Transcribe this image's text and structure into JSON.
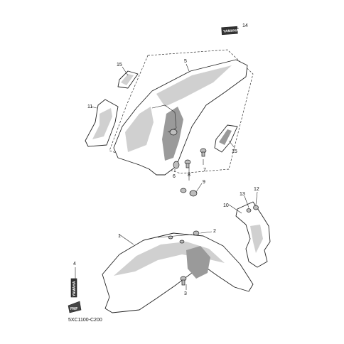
{
  "diagram": {
    "callouts": [
      "1",
      "2",
      "3",
      "4",
      "5",
      "6",
      "7",
      "8",
      "9",
      "10",
      "11",
      "12",
      "13",
      "14",
      "15",
      "15"
    ],
    "decal_text": "YAMAHA",
    "badge_text": "FMF",
    "part_code": "5XC1100-C200"
  }
}
